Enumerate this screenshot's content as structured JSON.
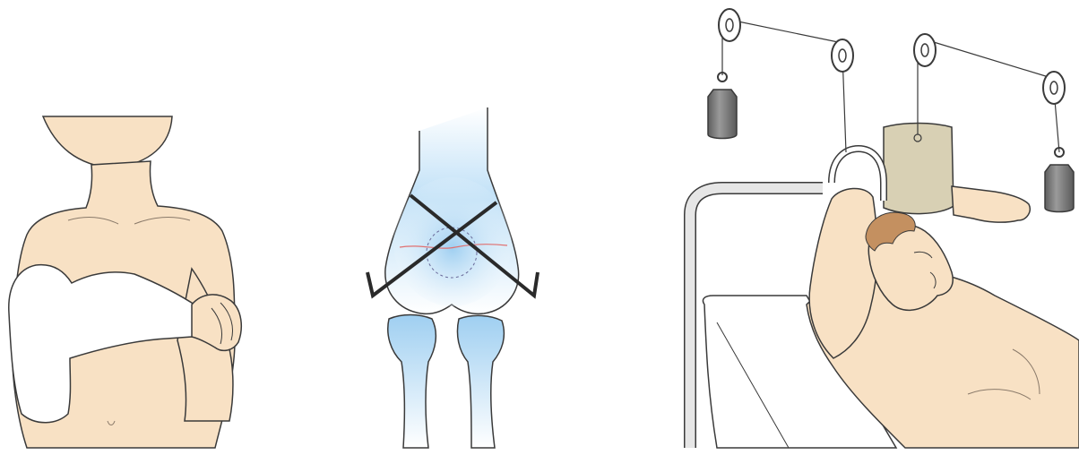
{
  "figure": {
    "panels": [
      {
        "id": "panel-1",
        "subject": "torso-with-arm-cast"
      },
      {
        "id": "panel-2",
        "subject": "elbow-crossed-pin-fixation"
      },
      {
        "id": "panel-3",
        "subject": "overhead-skeletal-traction"
      }
    ],
    "colors": {
      "skin": "#f8e1c4",
      "outline": "#3a3a3a",
      "cast": "#ffffff",
      "bone_blue": "#aad4f2",
      "pin": "#2a2a2a",
      "fracture_line": "#e07070",
      "weight": "#7a7a7a",
      "sling": "#d8d0b4",
      "hair": "#c49060",
      "bed_frame": "#e6e6e6"
    }
  }
}
